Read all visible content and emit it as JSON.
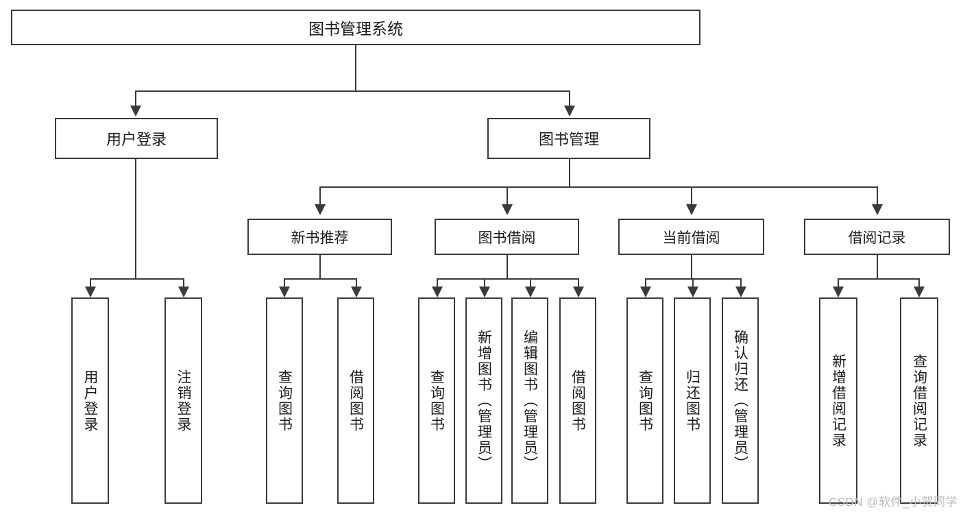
{
  "diagram": {
    "type": "tree-hierarchy",
    "title": "图书管理系统",
    "watermark": "CSDN @软件_小贺同学",
    "root": {
      "id": "root",
      "label": "图书管理系统"
    },
    "level2": [
      {
        "id": "user-login",
        "label": "用户登录"
      },
      {
        "id": "book-manage",
        "label": "图书管理"
      }
    ],
    "level3": [
      {
        "id": "new-book-rec",
        "label": "新书推荐",
        "parent": "book-manage"
      },
      {
        "id": "book-borrow",
        "label": "图书借阅",
        "parent": "book-manage"
      },
      {
        "id": "current-borrow",
        "label": "当前借阅",
        "parent": "book-manage"
      },
      {
        "id": "borrow-record",
        "label": "借阅记录",
        "parent": "book-manage"
      }
    ],
    "leaves": {
      "user-login": [
        {
          "id": "leaf-user-login",
          "label": "用户登录"
        },
        {
          "id": "leaf-user-logout",
          "label": "注销登录"
        }
      ],
      "new-book-rec": [
        {
          "id": "leaf-query-book-1",
          "label": "查询图书"
        },
        {
          "id": "leaf-borrow-book-1",
          "label": "借阅图书"
        }
      ],
      "book-borrow": [
        {
          "id": "leaf-query-book-2",
          "label": "查询图书"
        },
        {
          "id": "leaf-add-book",
          "label": "新增图书（管理员）"
        },
        {
          "id": "leaf-edit-book",
          "label": "编辑图书（管理员）"
        },
        {
          "id": "leaf-borrow-book-2",
          "label": "借阅图书"
        }
      ],
      "current-borrow": [
        {
          "id": "leaf-query-book-3",
          "label": "查询图书"
        },
        {
          "id": "leaf-return-book",
          "label": "归还图书"
        },
        {
          "id": "leaf-confirm-return",
          "label": "确认归还（管理员）"
        }
      ],
      "borrow-record": [
        {
          "id": "leaf-add-record",
          "label": "新增借阅记录"
        },
        {
          "id": "leaf-query-record",
          "label": "查询借阅记录"
        }
      ]
    },
    "colors": {
      "stroke": "#3a3a3a",
      "fill": "#ffffff",
      "text": "#1a1a1a",
      "watermark": "#b9b9b9"
    }
  }
}
